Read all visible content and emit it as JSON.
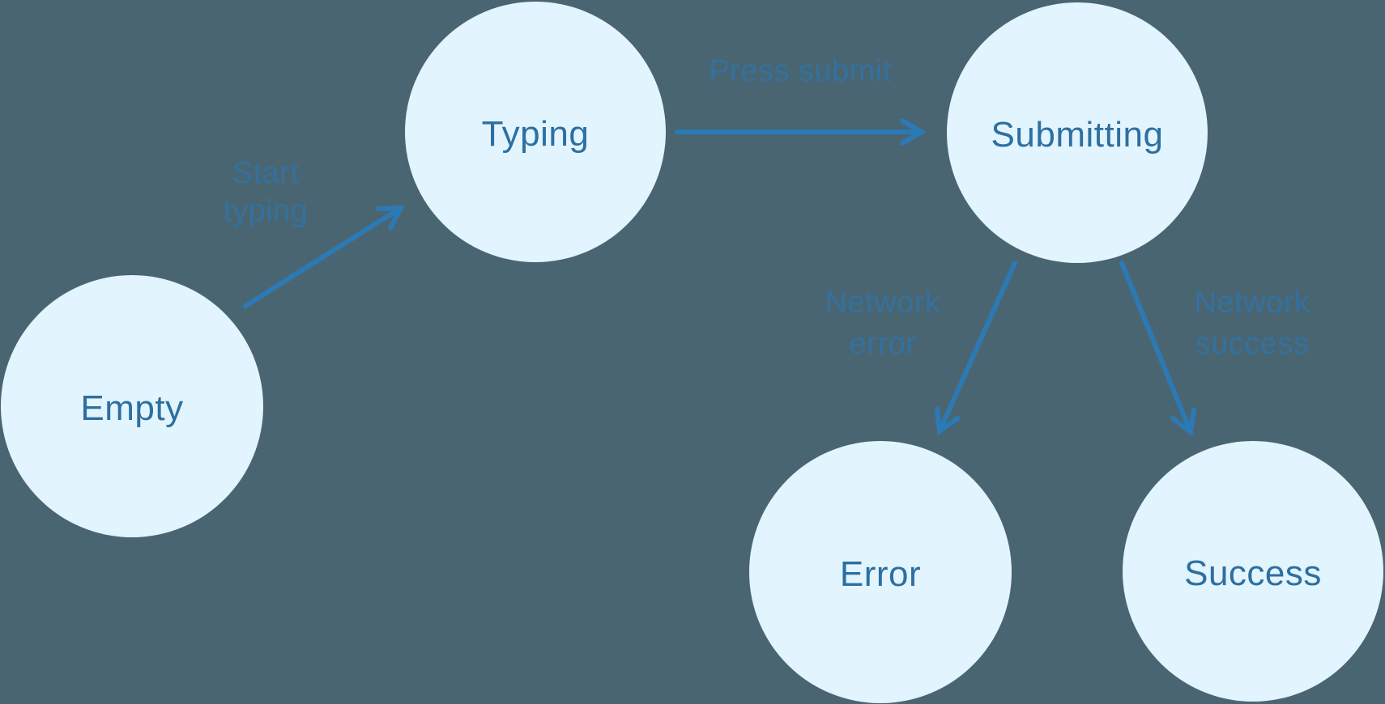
{
  "diagram": {
    "type": "state-machine",
    "colors": {
      "background": "#4A6572",
      "node_fill": "#E2F4FD",
      "node_text": "#2D6FA1",
      "arrow": "#2B7AB5",
      "edge_label": "#33719E"
    },
    "nodes": [
      {
        "id": "empty",
        "label": "Empty"
      },
      {
        "id": "typing",
        "label": "Typing"
      },
      {
        "id": "submitting",
        "label": "Submitting"
      },
      {
        "id": "error",
        "label": "Error"
      },
      {
        "id": "success",
        "label": "Success"
      }
    ],
    "edges": [
      {
        "from": "empty",
        "to": "typing",
        "label": "Start typing",
        "label_lines": [
          "Start",
          "typing"
        ]
      },
      {
        "from": "typing",
        "to": "submitting",
        "label": "Press submit",
        "label_lines": [
          "Press submit"
        ]
      },
      {
        "from": "submitting",
        "to": "error",
        "label": "Network error",
        "label_lines": [
          "Network",
          "error"
        ]
      },
      {
        "from": "submitting",
        "to": "success",
        "label": "Network success",
        "label_lines": [
          "Network",
          "success"
        ]
      }
    ]
  }
}
